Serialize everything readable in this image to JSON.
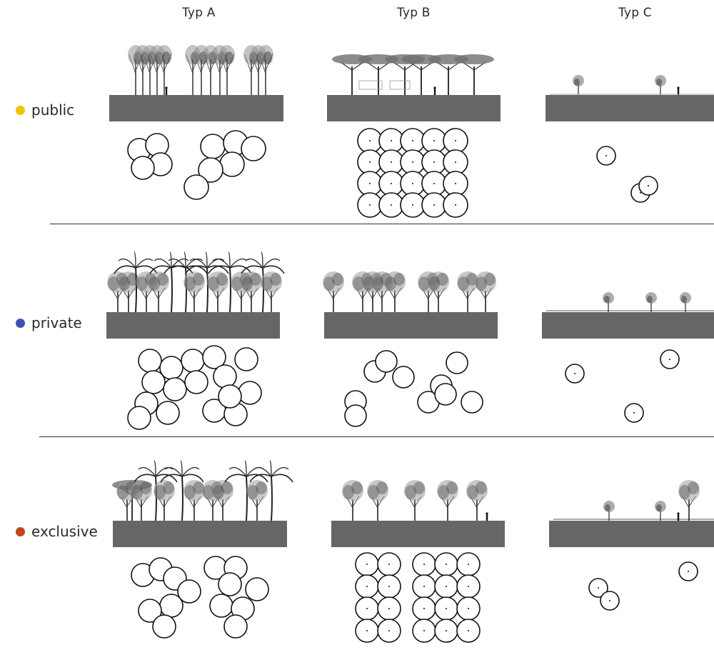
{
  "columns": [
    "Typ A",
    "Typ B",
    "Typ C"
  ],
  "rows": [
    {
      "label": "public",
      "color": "#f2c300"
    },
    {
      "label": "private",
      "color": "#3f51b5"
    },
    {
      "label": "exclusive",
      "color": "#c0461e"
    }
  ]
}
